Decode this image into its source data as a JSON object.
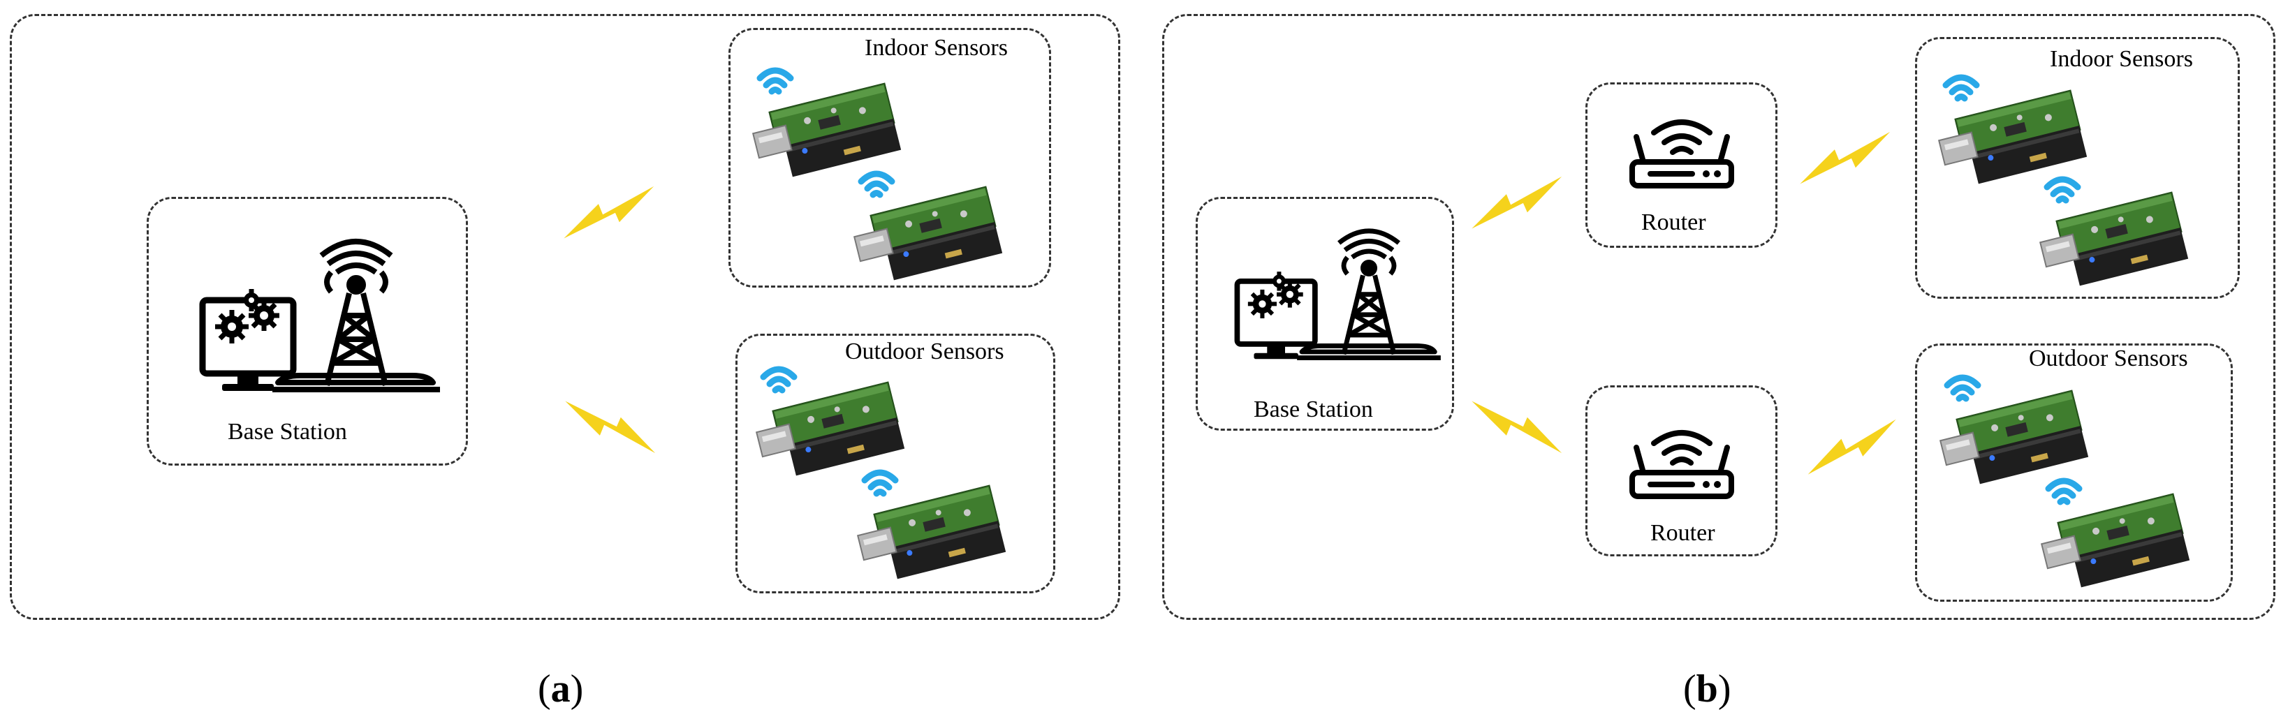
{
  "panels": [
    {
      "caption_open": "(",
      "caption_letter": "a",
      "caption_close": ")",
      "base_station_label": "Base Station",
      "indoor_label": "Indoor Sensors",
      "outdoor_label": "Outdoor Sensors"
    },
    {
      "caption_open": "(",
      "caption_letter": "b",
      "caption_close": ")",
      "base_station_label": "Base Station",
      "indoor_label": "Indoor Sensors",
      "outdoor_label": "Outdoor Sensors",
      "router_top_label": "Router",
      "router_bottom_label": "Router"
    }
  ],
  "colors": {
    "wifi": "#29a8e8",
    "lightning": "#f5d21c",
    "pcb": "#3f7d2e",
    "casing": "#1e1e1e",
    "usb": "#b9b9b9"
  },
  "icons": [
    "base-station-icon",
    "computer-icon",
    "gears-icon",
    "antenna-tower-icon",
    "router-icon",
    "wifi-icon",
    "sensor-node-icon",
    "lightning-icon"
  ]
}
